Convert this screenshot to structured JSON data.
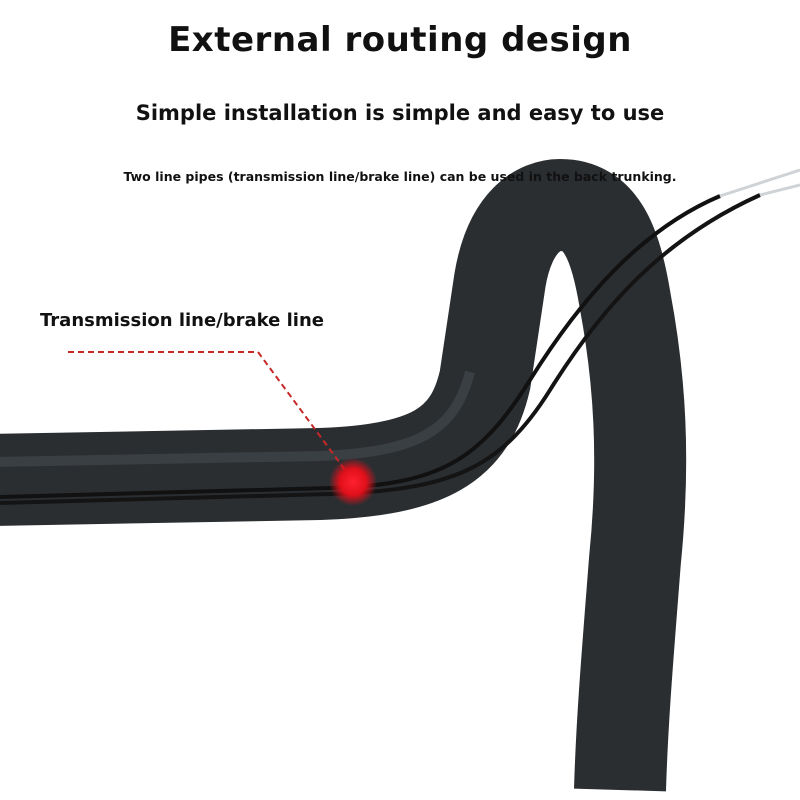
{
  "title": "External routing design",
  "subtitle": "Simple installation is simple and easy to use",
  "description": "Two line pipes (transmission line/brake line) can be used in the back trunking.",
  "callout_label": "Transmission line/brake line",
  "colors": {
    "tube": "#2b2e31",
    "marker": "#e0101a",
    "dash": "#c62828"
  }
}
